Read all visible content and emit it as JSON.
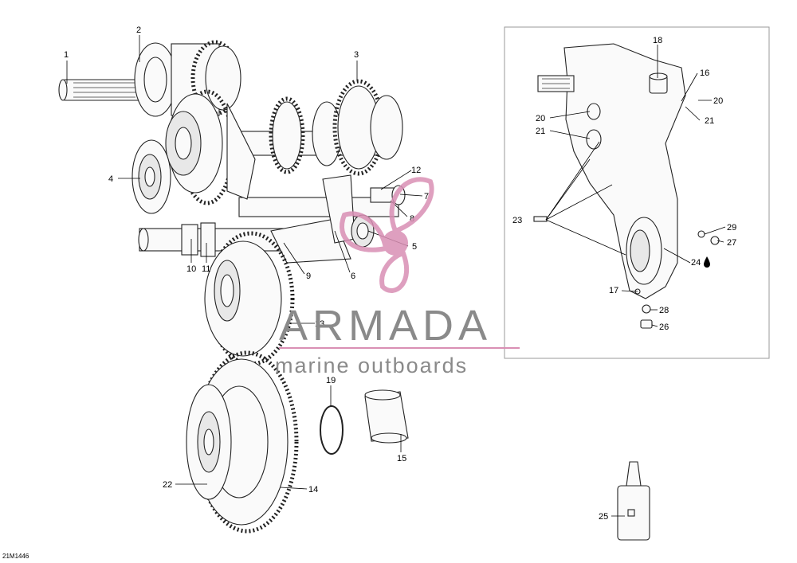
{
  "diagram": {
    "code": "21M1446",
    "callouts": [
      "1",
      "2",
      "3",
      "4",
      "5",
      "6",
      "7",
      "8",
      "9",
      "10",
      "11",
      "12",
      "13",
      "14",
      "15",
      "16",
      "17",
      "18",
      "19",
      "20",
      "20",
      "21",
      "21",
      "22",
      "23",
      "24",
      "25",
      "26",
      "27",
      "28",
      "29"
    ],
    "colors": {
      "line": "#222222",
      "watermark_text": "#8a8a8a",
      "watermark_accent": "#d98fb4",
      "frame": "#9a9a9a"
    }
  },
  "watermark": {
    "title": "ARMADA",
    "subtitle": "marine outboards",
    "logo_icon": "propeller-icon"
  },
  "oil_symbol_icon": "oil-drop-icon"
}
